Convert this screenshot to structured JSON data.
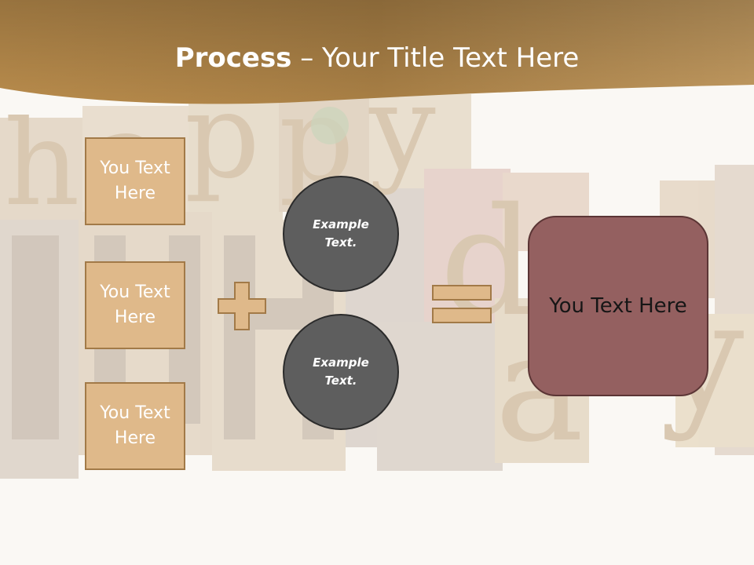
{
  "title": {
    "bold": "Process",
    "rest": " – Your Title Text Here"
  },
  "boxes": [
    {
      "label": "You Text Here"
    },
    {
      "label": "You Text Here"
    },
    {
      "label": "You Text Here"
    }
  ],
  "circles": [
    {
      "label": "Example Text."
    },
    {
      "label": "Example Text."
    }
  ],
  "result": {
    "label": "You Text Here"
  },
  "background": {
    "letters": [
      "h",
      "a",
      "p",
      "p",
      "y",
      "d",
      "a",
      "y"
    ]
  },
  "colors": {
    "banner": "#b68a48",
    "box_fill": "#dfb98a",
    "circle_fill": "#5e5e5e",
    "result_fill": "#946060"
  }
}
